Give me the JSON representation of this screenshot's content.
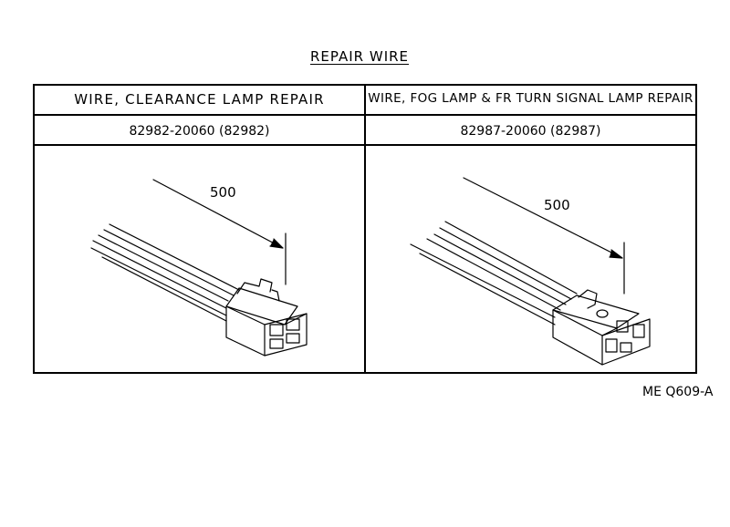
{
  "title": "REPAIR WIRE",
  "columns": [
    {
      "header": "WIRE, CLEARANCE LAMP REPAIR",
      "part_number": "82982-20060 (82982)",
      "dimension": "500"
    },
    {
      "header": "WIRE, FOG LAMP & FR TURN SIGNAL LAMP REPAIR",
      "part_number": "82987-20060 (82987)",
      "dimension": "500"
    }
  ],
  "figure_ref": "ME Q609-A"
}
